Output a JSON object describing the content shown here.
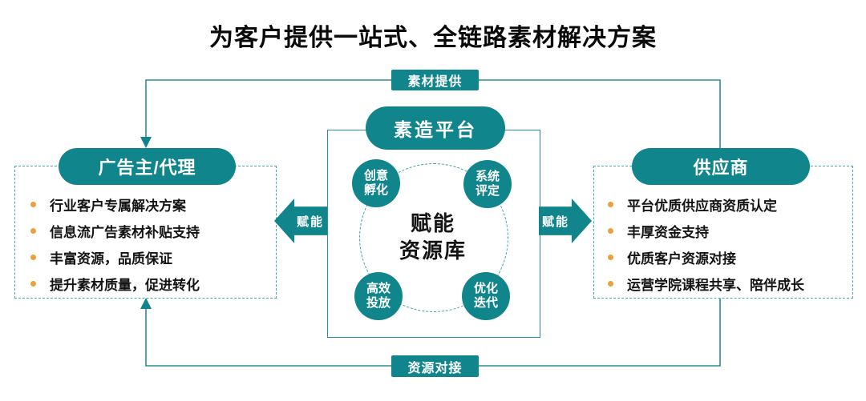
{
  "title": "为客户提供一站式、全链路素材解决方案",
  "colors": {
    "teal": "#10858B",
    "teal_line": "#2A8D93",
    "dashed_border": "#49A6AC",
    "bullet_orange": "#E5A33C",
    "text_dark": "#141414"
  },
  "flows": {
    "top_label": "素材提供",
    "bottom_label": "资源对接",
    "left_arrow_label": "赋能",
    "right_arrow_label": "赋能"
  },
  "platform": {
    "title": "素造平台",
    "center_label": "赋能\n资源库",
    "nodes": [
      {
        "label": "创意\n孵化"
      },
      {
        "label": "系统\n评定"
      },
      {
        "label": "高效\n投放"
      },
      {
        "label": "优化\n迭代"
      }
    ]
  },
  "advertiser": {
    "title": "广告主/代理",
    "items": [
      "行业客户专属解决方案",
      "信息流广告素材补贴支持",
      "丰富资源，品质保证",
      "提升素材质量，促进转化"
    ]
  },
  "supplier": {
    "title": "供应商",
    "items": [
      "平台优质供应商资质认定",
      "丰厚资金支持",
      "优质客户资源对接",
      "运营学院课程共享、陪伴成长"
    ]
  }
}
